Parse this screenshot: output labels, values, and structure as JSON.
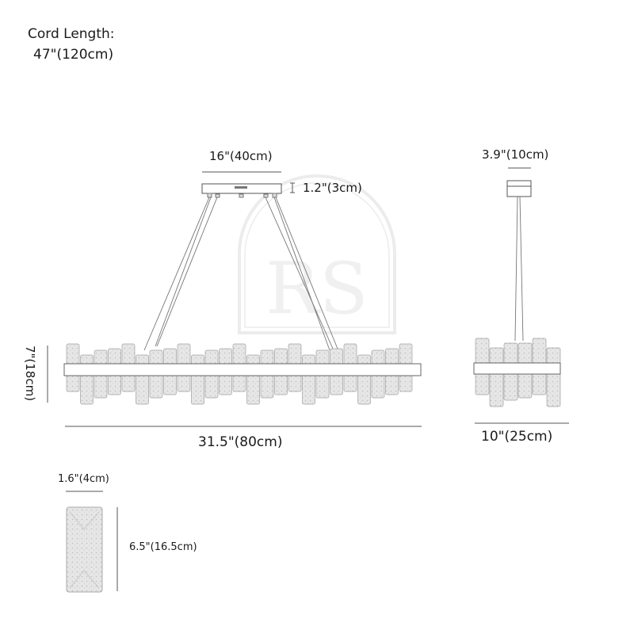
{
  "cord": {
    "title": "Cord Length:",
    "value": "47\"(120cm)"
  },
  "front_view": {
    "canopy_width": "16\"(40cm)",
    "canopy_height": "1.2\"(3cm)",
    "height": "7\"(18cm)",
    "length": "31.5\"(80cm)"
  },
  "side_view": {
    "canopy_width": "3.9\"(10cm)",
    "width": "10\"(25cm)"
  },
  "crystal": {
    "width": "1.6\"(4cm)",
    "height": "6.5\"(16.5cm)"
  },
  "watermark": {
    "text": "RS"
  },
  "colors": {
    "line": "#555555",
    "crystal_fill": "#e4e4e4",
    "crystal_stroke": "#9a9a9a",
    "watermark": "#ececec"
  }
}
